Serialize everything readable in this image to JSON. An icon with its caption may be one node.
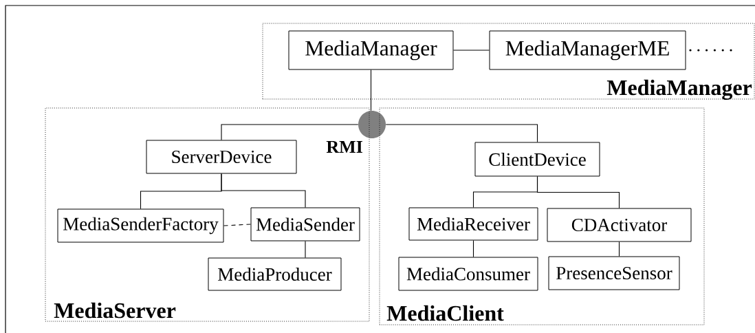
{
  "diagram": {
    "nodes": [
      {
        "text": [
          "MediaManager"
        ]
      },
      {
        "text": [
          "MediaManager"
        ],
        "in": 0
      },
      {
        "text": [
          "MediaManagerME"
        ],
        "in": 0
      },
      {
        "text": [],
        "shape": "circle",
        "beside": [
          "RMI"
        ]
      },
      {
        "text": [
          "MediaServer"
        ]
      },
      {
        "text": [
          "ServerDevice"
        ],
        "in": 4
      },
      {
        "text": [
          "MediaSenderFactory"
        ],
        "in": 4
      },
      {
        "text": [
          "MediaSender"
        ],
        "in": 4
      },
      {
        "text": [
          "MediaProducer"
        ],
        "in": 4
      },
      {
        "text": [
          "MediaClient"
        ]
      },
      {
        "text": [
          "ClientDevice"
        ],
        "in": 9
      },
      {
        "text": [
          "MediaReceiver"
        ],
        "in": 9
      },
      {
        "text": [
          "CDActivator"
        ],
        "in": 9
      },
      {
        "text": [
          "MediaConsumer"
        ],
        "in": 9
      },
      {
        "text": [
          "PresenceSensor"
        ],
        "in": 9
      }
    ],
    "edges": [
      {
        "from": 1,
        "to": 2,
        "arrow": "none"
      },
      {
        "from": 1,
        "to": 3,
        "arrow": "none"
      },
      {
        "from": 3,
        "to": 5,
        "arrow": "none"
      },
      {
        "from": 3,
        "to": 10,
        "arrow": "none"
      },
      {
        "from": 5,
        "to": 6,
        "arrow": "none"
      },
      {
        "from": 5,
        "to": 7,
        "arrow": "none"
      },
      {
        "from": 6,
        "to": 7,
        "arrow": "none",
        "style": "dashed"
      },
      {
        "from": 7,
        "to": 8,
        "arrow": "none"
      },
      {
        "from": 10,
        "to": 11,
        "arrow": "none"
      },
      {
        "from": 10,
        "to": 12,
        "arrow": "none"
      },
      {
        "from": 11,
        "to": 13,
        "arrow": "none"
      },
      {
        "from": 12,
        "to": 14,
        "arrow": "none"
      }
    ]
  }
}
